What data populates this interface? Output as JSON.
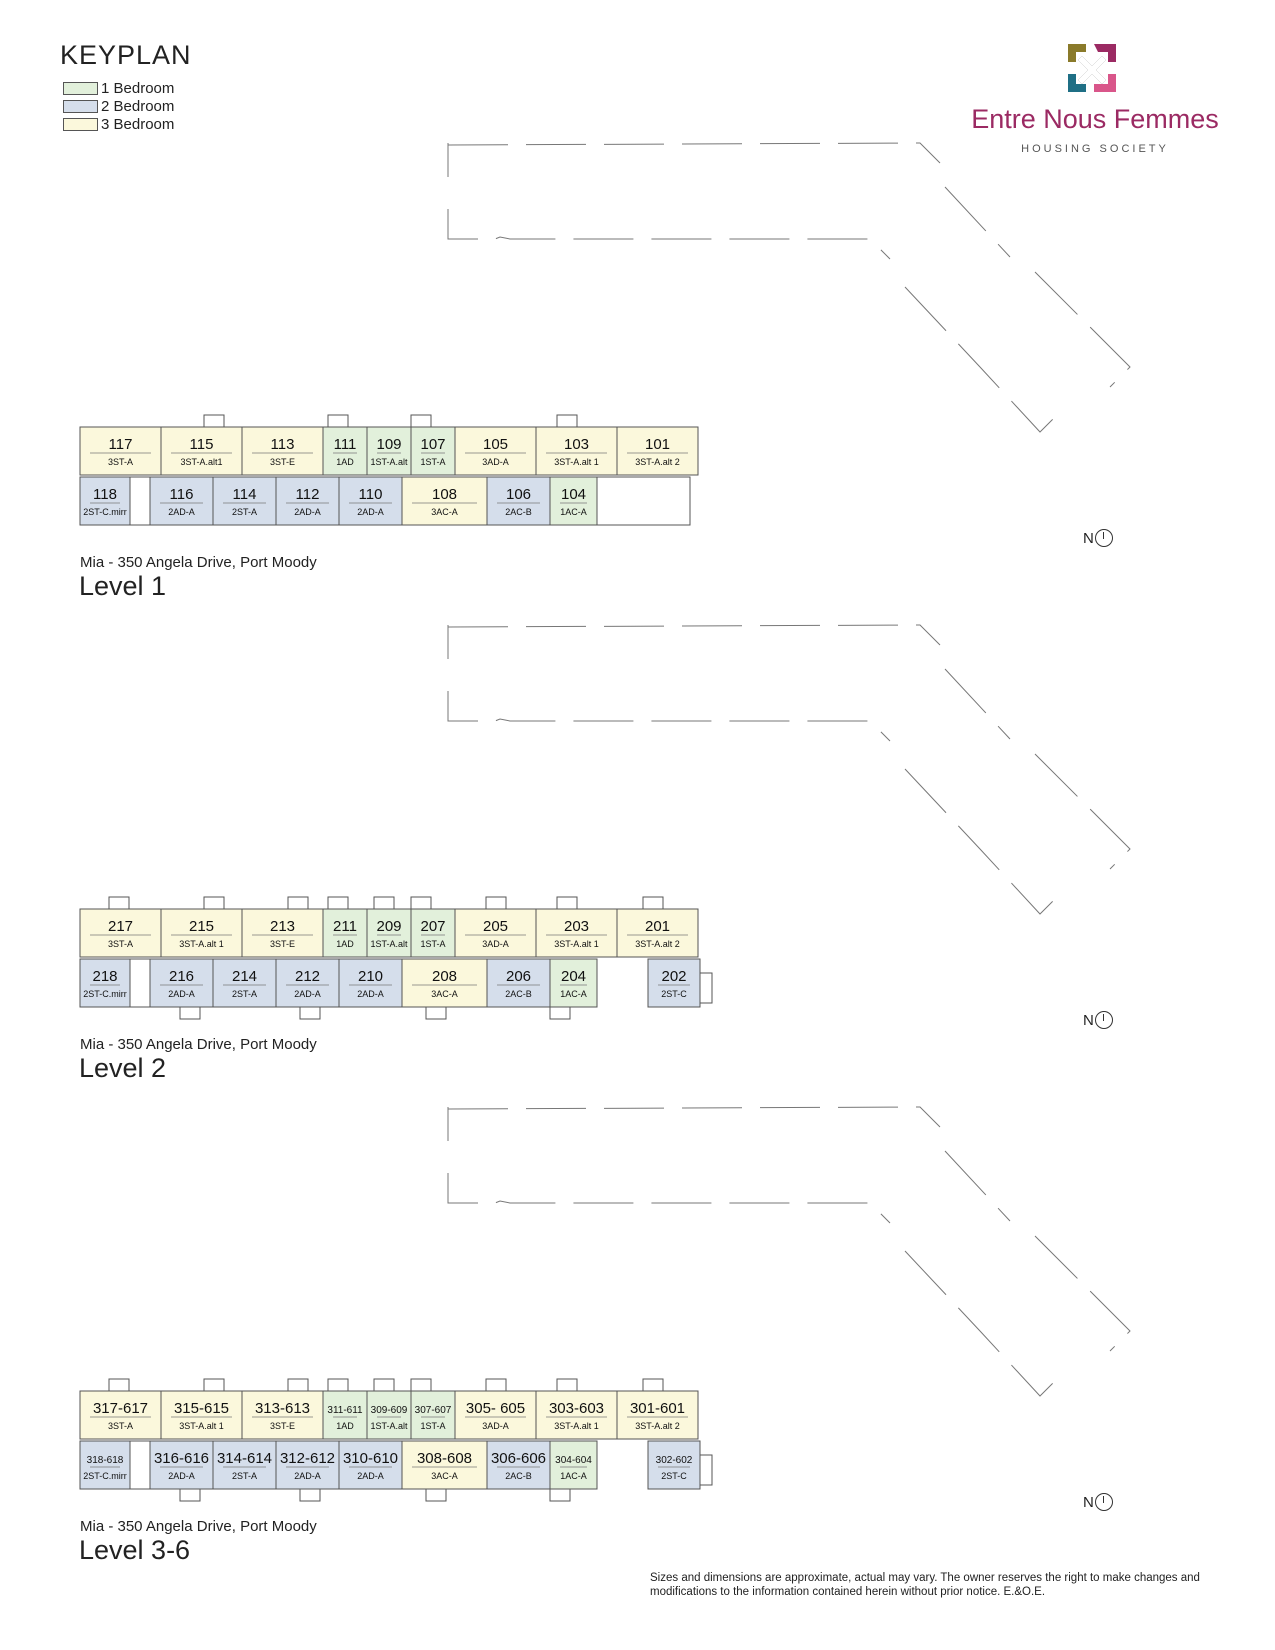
{
  "keyplan": {
    "title": "KEYPLAN",
    "legend": [
      {
        "label": "1 Bedroom",
        "color": "#e2f0db"
      },
      {
        "label": "2 Bedroom",
        "color": "#d5deeb"
      },
      {
        "label": "3 Bedroom",
        "color": "#fbf8dc"
      }
    ]
  },
  "logo": {
    "name": "Entre Nous Femmes",
    "subtitle": "HOUSING SOCIETY",
    "colors": {
      "olive": "#8a7a2a",
      "teal": "#1f6f85",
      "pink": "#d9568a",
      "plum": "#9b2a63"
    }
  },
  "address": "Mia - 350 Angela Drive, Port Moody",
  "compass_label": "N",
  "levels": [
    {
      "title": "Level 1",
      "top_row": [
        {
          "num": "117",
          "type": "3ST-A",
          "bed": 3
        },
        {
          "num": "115",
          "type": "3ST-A.alt1",
          "bed": 3
        },
        {
          "num": "113",
          "type": "3ST-E",
          "bed": 3
        },
        {
          "num": "111",
          "type": "1AD",
          "bed": 1
        },
        {
          "num": "109",
          "type": "1ST-A.alt",
          "bed": 1
        },
        {
          "num": "107",
          "type": "1ST-A",
          "bed": 1
        },
        {
          "num": "105",
          "type": "3AD-A",
          "bed": 3
        },
        {
          "num": "103",
          "type": "3ST-A.alt 1",
          "bed": 3
        },
        {
          "num": "101",
          "type": "3ST-A.alt 2",
          "bed": 3
        }
      ],
      "bottom_row": [
        {
          "num": "118",
          "type": "2ST-C.mirr",
          "bed": 2
        },
        {
          "num": "116",
          "type": "2AD-A",
          "bed": 2
        },
        {
          "num": "114",
          "type": "2ST-A",
          "bed": 2
        },
        {
          "num": "112",
          "type": "2AD-A",
          "bed": 2
        },
        {
          "num": "110",
          "type": "2AD-A",
          "bed": 2
        },
        {
          "num": "108",
          "type": "3AC-A",
          "bed": 3
        },
        {
          "num": "106",
          "type": "2AC-B",
          "bed": 2
        },
        {
          "num": "104",
          "type": "1AC-A",
          "bed": 1
        }
      ]
    },
    {
      "title": "Level 2",
      "top_row": [
        {
          "num": "217",
          "type": "3ST-A",
          "bed": 3
        },
        {
          "num": "215",
          "type": "3ST-A.alt 1",
          "bed": 3
        },
        {
          "num": "213",
          "type": "3ST-E",
          "bed": 3
        },
        {
          "num": "211",
          "type": "1AD",
          "bed": 1
        },
        {
          "num": "209",
          "type": "1ST-A.alt",
          "bed": 1
        },
        {
          "num": "207",
          "type": "1ST-A",
          "bed": 1
        },
        {
          "num": "205",
          "type": "3AD-A",
          "bed": 3
        },
        {
          "num": "203",
          "type": "3ST-A.alt 1",
          "bed": 3
        },
        {
          "num": "201",
          "type": "3ST-A.alt 2",
          "bed": 3
        }
      ],
      "bottom_row": [
        {
          "num": "218",
          "type": "2ST-C.mirr",
          "bed": 2
        },
        {
          "num": "216",
          "type": "2AD-A",
          "bed": 2
        },
        {
          "num": "214",
          "type": "2ST-A",
          "bed": 2
        },
        {
          "num": "212",
          "type": "2AD-A",
          "bed": 2
        },
        {
          "num": "210",
          "type": "2AD-A",
          "bed": 2
        },
        {
          "num": "208",
          "type": "3AC-A",
          "bed": 3
        },
        {
          "num": "206",
          "type": "2AC-B",
          "bed": 2
        },
        {
          "num": "204",
          "type": "1AC-A",
          "bed": 1
        },
        {
          "num": "202",
          "type": "2ST-C",
          "bed": 2
        }
      ]
    },
    {
      "title": "Level 3-6",
      "top_row": [
        {
          "num": "317-617",
          "type": "3ST-A",
          "bed": 3
        },
        {
          "num": "315-615",
          "type": "3ST-A.alt 1",
          "bed": 3
        },
        {
          "num": "313-613",
          "type": "3ST-E",
          "bed": 3
        },
        {
          "num": "311-611",
          "type": "1AD",
          "bed": 1
        },
        {
          "num": "309-609",
          "type": "1ST-A.alt",
          "bed": 1
        },
        {
          "num": "307-607",
          "type": "1ST-A",
          "bed": 1
        },
        {
          "num": "305- 605",
          "type": "3AD-A",
          "bed": 3
        },
        {
          "num": "303-603",
          "type": "3ST-A.alt 1",
          "bed": 3
        },
        {
          "num": "301-601",
          "type": "3ST-A.alt 2",
          "bed": 3
        }
      ],
      "bottom_row": [
        {
          "num": "318-618",
          "type": "2ST-C.mirr",
          "bed": 2
        },
        {
          "num": "316-616",
          "type": "2AD-A",
          "bed": 2
        },
        {
          "num": "314-614",
          "type": "2ST-A",
          "bed": 2
        },
        {
          "num": "312-612",
          "type": "2AD-A",
          "bed": 2
        },
        {
          "num": "310-610",
          "type": "2AD-A",
          "bed": 2
        },
        {
          "num": "308-608",
          "type": "3AC-A",
          "bed": 3
        },
        {
          "num": "306-606",
          "type": "2AC-B",
          "bed": 2
        },
        {
          "num": "304-604",
          "type": "1AC-A",
          "bed": 1
        },
        {
          "num": "302-602",
          "type": "2ST-C",
          "bed": 2
        }
      ]
    }
  ],
  "disclaimer": "Sizes and dimensions are approximate, actual may vary. The owner reserves the right to make changes and modifications to the information contained herein without prior notice. E.&O.E."
}
